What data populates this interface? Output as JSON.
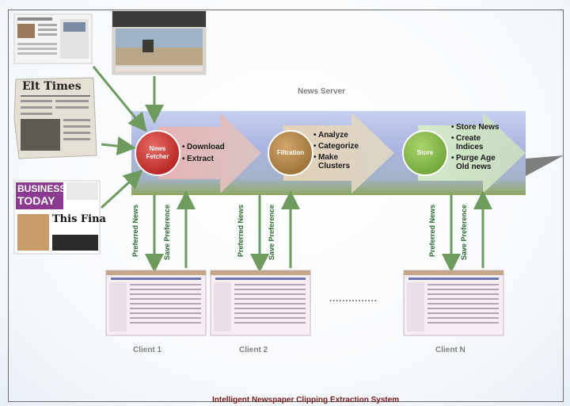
{
  "server": {
    "label": "News Server"
  },
  "sources": [
    {
      "name": "newspaper-front-page-image"
    },
    {
      "name": "photo-news-image"
    },
    {
      "name": "elt-times-newspaper-image",
      "masthead": "Elt Times"
    },
    {
      "name": "business-today-magazine-image",
      "masthead_line1": "BUSINESS",
      "masthead_line2": "TODAY",
      "headline": "This Fina"
    }
  ],
  "stages": [
    {
      "title_line1": "News",
      "title_line2": "Fetcher",
      "color": "#c8302e",
      "bullets": [
        "Download",
        "Extract"
      ]
    },
    {
      "title_line1": "Filtration",
      "title_line2": "",
      "color": "#b0864a",
      "bullets": [
        "Analyze",
        "Categorize",
        "Make Clusters"
      ]
    },
    {
      "title_line1": "Store",
      "title_line2": "",
      "color": "#86b847",
      "bullets": [
        "Store News",
        "Create Indices",
        "Purge Age Old news"
      ]
    }
  ],
  "flow_labels": {
    "down": "Preferred News",
    "up": "Save Preference"
  },
  "clients": [
    {
      "label": "Client 1"
    },
    {
      "label": "Client 2"
    },
    {
      "label": "Client N"
    }
  ],
  "ellipsis": "...............",
  "footer_title": "Intelligent Newspaper Clipping Extraction System",
  "colors": {
    "arrow_green": "#6e9a5e",
    "band_top": "#a9b6e2",
    "band_bottom": "#8fa860"
  }
}
